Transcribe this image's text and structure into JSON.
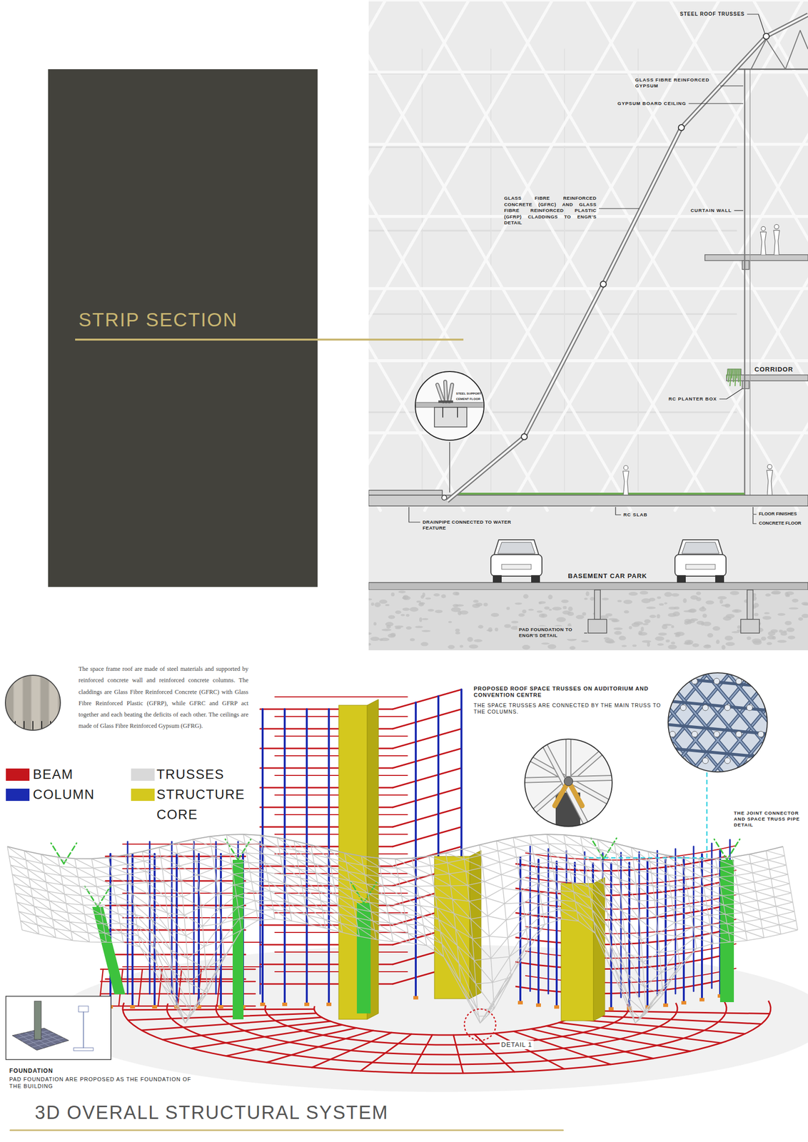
{
  "diagram": {
    "title": "3D OVERALL STRUCTURAL SYSTEM",
    "nodes": [
      {
        "text": [
          "STRIP SECTION"
        ]
      },
      {
        "text": [
          "STEEL SUPPORT",
          "CEMENT FLOOR"
        ]
      }
    ],
    "labels": [
      "STEEL ROOF TRUSSES",
      "GLASS FIBRE REINFORCED GYPSUM",
      "GYPSUM BOARD CEILING",
      "GLASS FIBRE REINFORCED CONCRETE (GFRC) AND GLASS FIBRE REINFORCED PLASTIC (GFRP) CLADDINGS TO ENGR'S DETAIL",
      "CURTAIN WALL",
      "CORRIDOR",
      "RC PLANTER BOX",
      "DRAINPIPE CONNECTED TO WATER FEATURE",
      "RC SLAB",
      "FLOOR FINISHES",
      "CONCRETE FLOOR",
      "BASEMENT CAR PARK",
      "PAD FOUNDATION TO ENGR'S DETAIL",
      "The space frame roof are made of steel materials and supported by reinforced concrete wall and reinforced concrete columns. The claddings are Glass Fibre Reinforced Concrete (GFRC) with Glass Fibre Reinforced Plastic (GFRP), while GFRC and GFRP act together and each beating the deficits of each other. The ceilings are made of Glass Fibre Reinforced Gypsum (GFRG).",
      "PROPOSED ROOF SPACE TRUSSES ON AUDITORIUM AND CONVENTION CENTRE",
      "THE SPACE TRUSSES ARE CONNECTED BY THE MAIN TRUSS TO THE COLUMNS.",
      "THE JOINT CONNECTOR AND SPACE TRUSS PIPE DETAIL",
      "DETAIL 1",
      "FOUNDATION",
      "PAD FOUNDATION ARE PROPOSED AS THE FOUNDATION OF THE BUILDING"
    ],
    "legend": [
      {
        "text": "BEAM",
        "color": "#c4161c"
      },
      {
        "text": "COLUMN",
        "color": "#1b2bb0"
      },
      {
        "text": "TRUSSES",
        "color": "#d9d9d9"
      },
      {
        "text": "STRUCTURE CORE",
        "color": "#d4c81e"
      }
    ]
  }
}
